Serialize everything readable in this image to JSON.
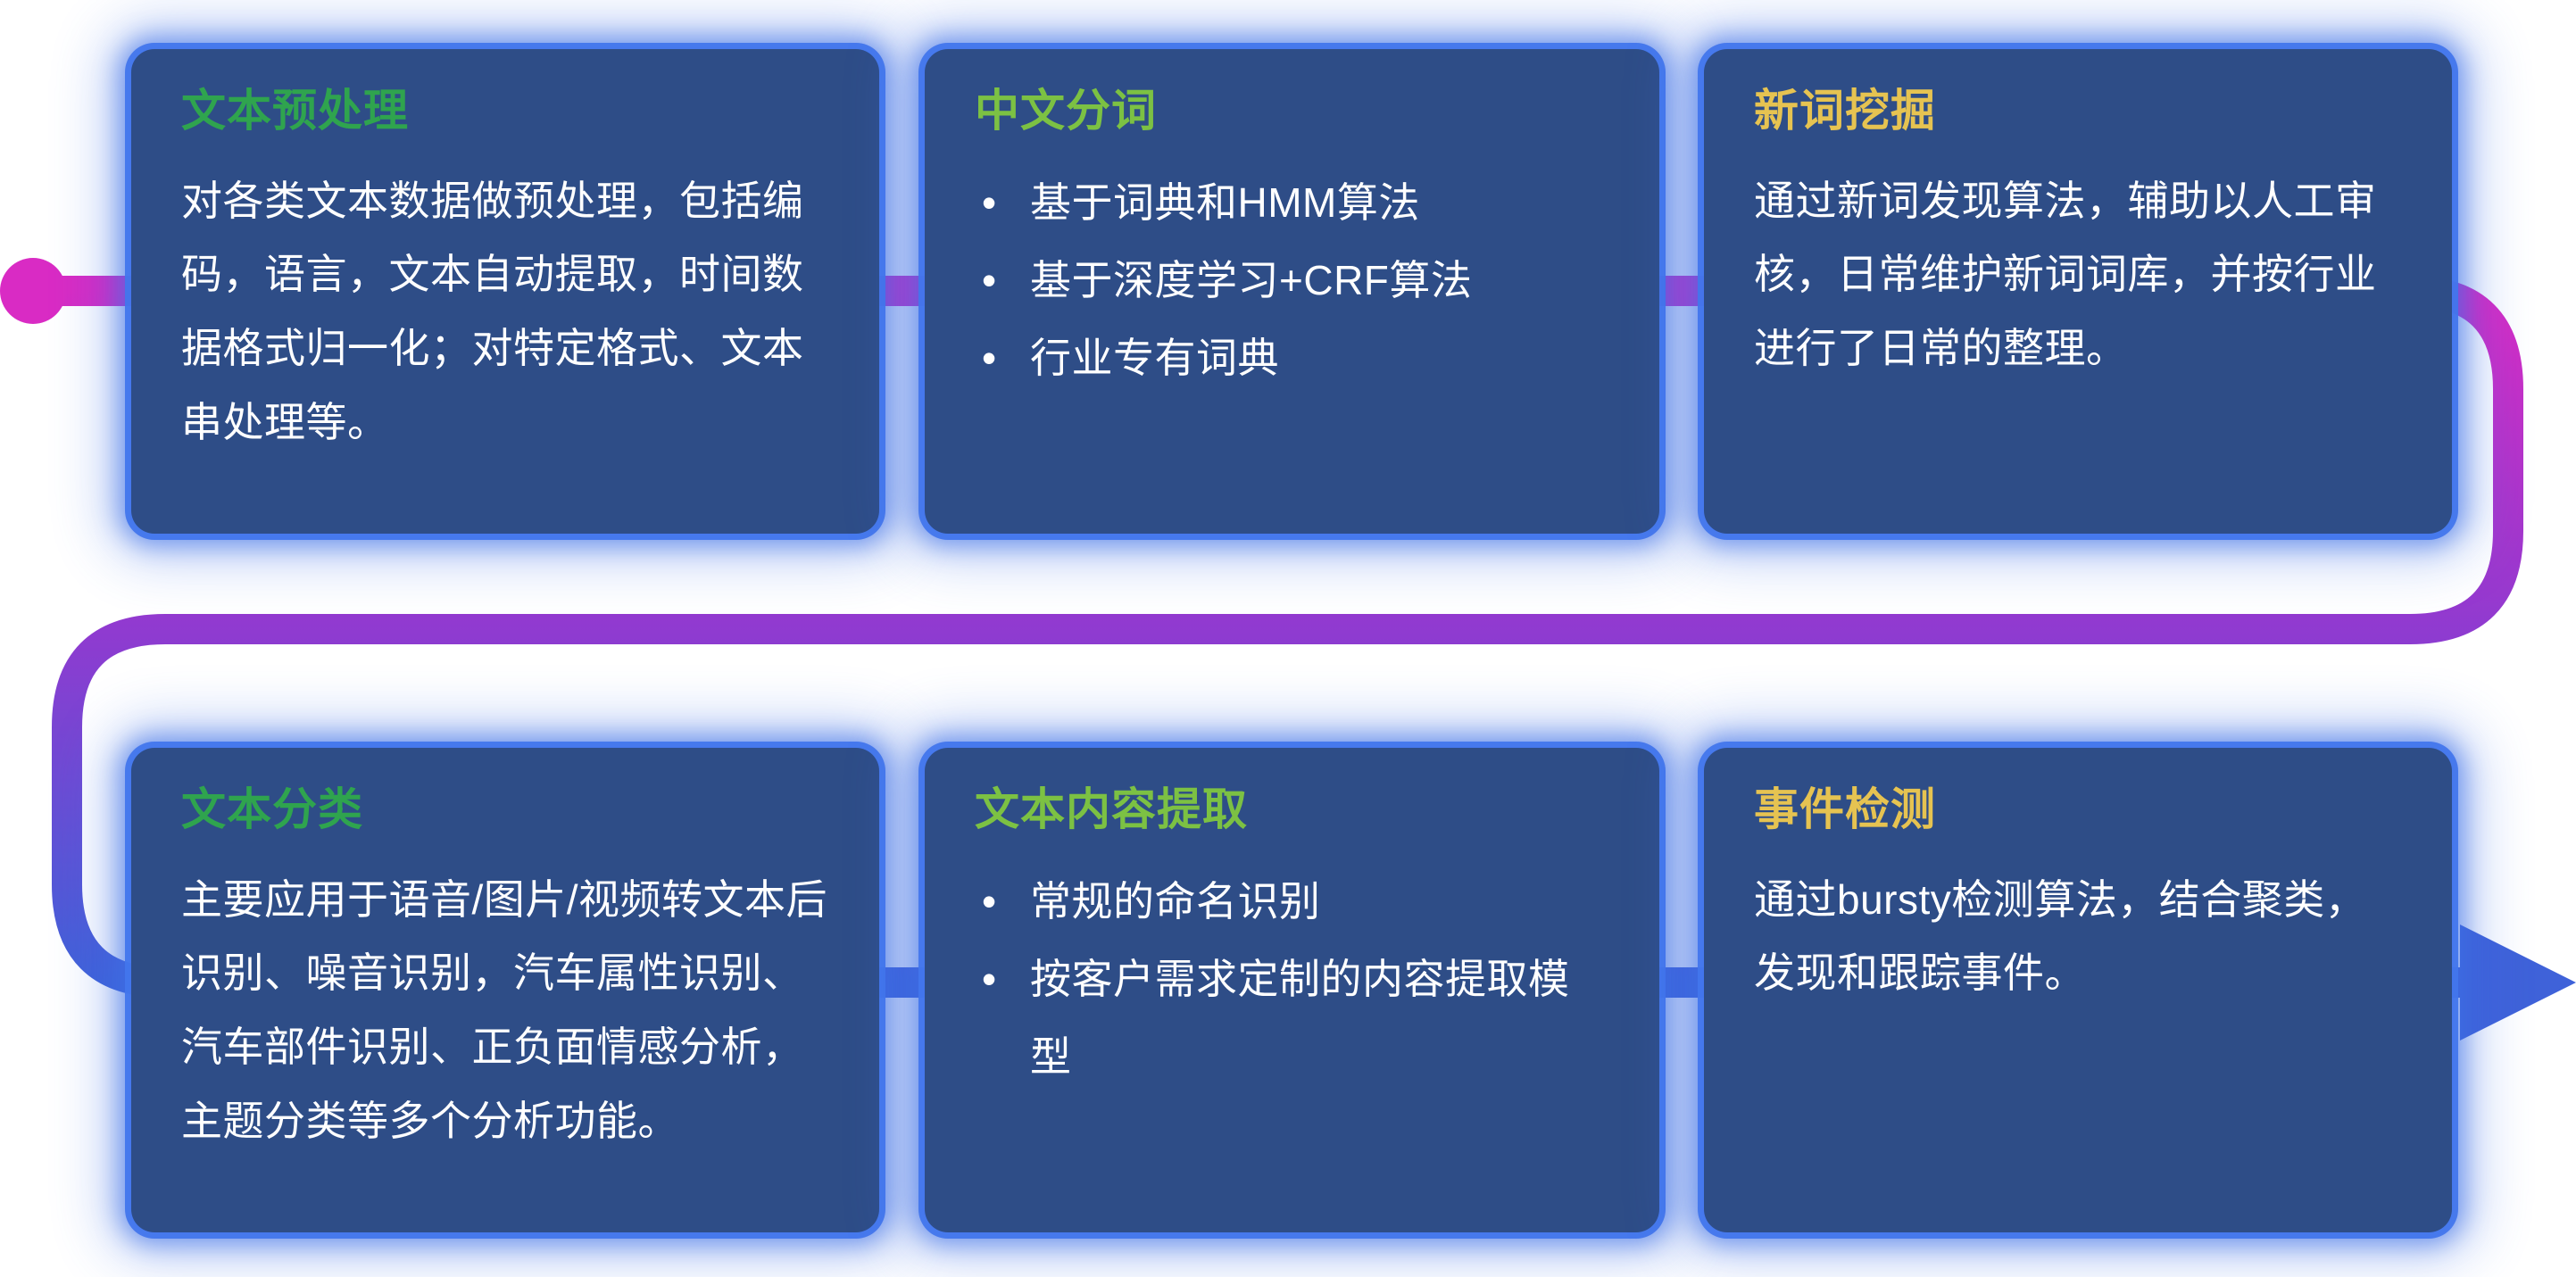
{
  "palette": {
    "page_bg": "#ffffff",
    "card_bg": "#2e4d87",
    "card_glow": "#4276ec",
    "body_text": "#ffffff"
  },
  "flow": {
    "start_dot_color": "#d92bc4",
    "gradient_start": "#d92bc4",
    "gradient_mid": "#8e3bd0",
    "gradient_end": "#3f62d9",
    "arrow_color": "#3f62d9"
  },
  "cards": [
    {
      "title": "文本预处理",
      "title_color": "#2fa44e",
      "body": "对各类文本数据做预处理，包括编码，语言，文本自动提取，时间数据格式归一化；对特定格式、文本串处理等。"
    },
    {
      "title": "中文分词",
      "title_color": "#7cc143",
      "bullets": [
        "基于词典和HMM算法",
        "基于深度学习+CRF算法",
        "行业专有词典"
      ]
    },
    {
      "title": "新词挖掘",
      "title_color": "#e6c351",
      "body": "通过新词发现算法，辅助以人工审核，日常维护新词词库，并按行业进行了日常的整理。"
    },
    {
      "title": "文本分类",
      "title_color": "#2fa44e",
      "body": "主要应用于语音/图片/视频转文本后识别、噪音识别，汽车属性识别、汽车部件识别、正负面情感分析，主题分类等多个分析功能。"
    },
    {
      "title": "文本内容提取",
      "title_color": "#7cc143",
      "bullets": [
        "常规的命名识别",
        "按客户需求定制的内容提取模型"
      ]
    },
    {
      "title": "事件检测",
      "title_color": "#e6c351",
      "body": "通过bursty检测算法，结合聚类，发现和跟踪事件。"
    }
  ]
}
